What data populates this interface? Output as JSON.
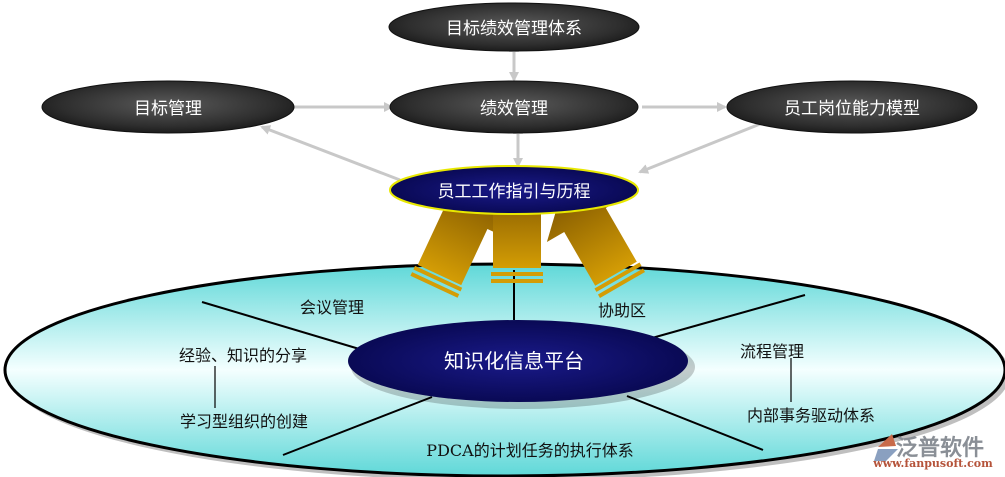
{
  "top_nodes": {
    "system": "目标绩效管理体系",
    "goal": "目标管理",
    "performance": "绩效管理",
    "competency": "员工岗位能力模型",
    "guide": "员工工作指引与历程"
  },
  "platform": {
    "center": "知识化信息平台",
    "areas": {
      "meeting": "会议管理",
      "assist": "协助区",
      "experience": "经验、知识的分享",
      "learning_org": "学习型组织的创建",
      "process": "流程管理",
      "internal_drive": "内部事务驱动体系",
      "pdca": "PDCA的计划任务的执行体系"
    }
  },
  "watermark": {
    "brand": "泛普软件",
    "url": "www.fanpusoft.com"
  },
  "colors": {
    "dark_node": "#2f2f2f",
    "navy_node": "#0a0a5e",
    "guide_outline": "#e8e800",
    "platform_fill": "#6fdcdc",
    "arrow_gold": "#c8940a",
    "connector_gray": "#c8c8c8"
  }
}
